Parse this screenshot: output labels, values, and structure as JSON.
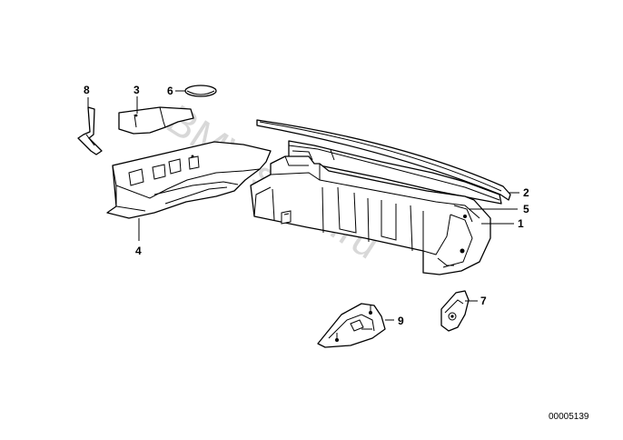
{
  "callouts": {
    "p1": "1",
    "p2": "2",
    "p3": "3",
    "p4": "4",
    "p5": "5",
    "p6": "6",
    "p7": "7",
    "p8": "8",
    "p9": "9"
  },
  "diagram_code": "00005139",
  "watermark": "BMWstore.ru"
}
